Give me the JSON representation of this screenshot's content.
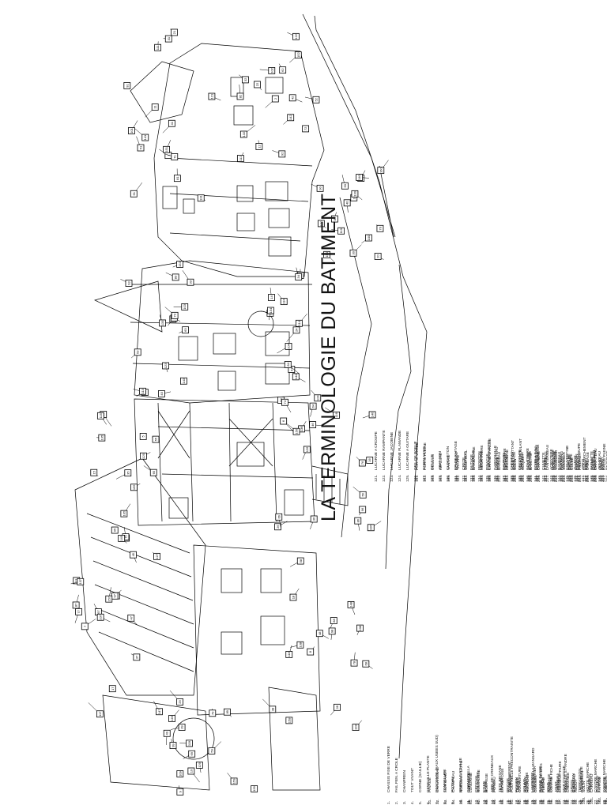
{
  "title": "LA TERMINOLOGIE DU BATIMENT",
  "legend": {
    "columns": [
      [
        [
          "1.",
          "CHASSIS FIXE DE VERRE"
        ],
        [
          "2.",
          "FAIL FEN. A CROLE"
        ],
        [
          "3.",
          "CHANFREIN"
        ],
        [
          "4.",
          "TOUT VIVANT"
        ],
        [
          "5.",
          "CORNE (SAILLIE)"
        ],
        [
          "6.",
          "GENEVILLE PLANTE"
        ],
        [
          "7.",
          "DESCENTE (EAUX USEES SUD)"
        ],
        [
          "8.",
          "TONNELURE"
        ],
        [
          "9.",
          "POTEAU"
        ],
        [
          "10.",
          "BRIPELLE ROULEE"
        ],
        [
          "11.",
          "CORNIERELLA"
        ],
        [
          "12.",
          "CROCHU"
        ],
        [
          "13.",
          "ETIER"
        ],
        [
          "14.",
          "ABRI DE CRENEAUX"
        ],
        [
          "15.",
          "TETE BRISANE"
        ],
        [
          "16.",
          "BRIOSE"
        ],
        [
          "17.",
          "PIGNON"
        ],
        [
          "18.",
          "SOLIVE"
        ],
        [
          "19.",
          "LANTERNE"
        ],
        [
          "20.",
          "PANNE BASSE"
        ],
        [
          "21.",
          "SEUIL"
        ],
        [
          "22.",
          "JOINT"
        ],
        [
          "23.",
          "MUR D'ASSISE"
        ],
        [
          "24.",
          "GRIGN"
        ],
        [
          "25.",
          "TERRASSON"
        ],
        [
          "26.",
          "HOTTE MARCHE"
        ],
        [
          "27.",
          "CONTRE MARCHE"
        ],
        [
          "28.",
          "CONTRE MARCHE"
        ],
        [
          "29.",
          "CHASSIS A VERRE"
        ],
        [
          "30.",
          "ARAVIER DE TOIT"
        ]
      ],
      [
        [
          "31.",
          "PAVAGE"
        ],
        [
          "32.",
          "CHAUVIGNAC"
        ],
        [
          "33.",
          "MUR BAHUT"
        ],
        [
          "34.",
          "CHAMPEAU"
        ],
        [
          "35.",
          "NOEUDS A LATTE"
        ],
        [
          "36.",
          "HERISSON"
        ],
        [
          "37.",
          "BOUGEOIR"
        ],
        [
          "38.",
          "BRIGE"
        ],
        [
          "39.",
          "TIMON"
        ],
        [
          "40.",
          "TRAVEE"
        ],
        [
          "41.",
          "SOUBASSEMENT"
        ],
        [
          "42.",
          "TRAVEE"
        ],
        [
          "43.",
          "HAUBAN"
        ],
        [
          "44.",
          "COMBLE A LA MANSARD"
        ],
        [
          "45.",
          "PANNE DE BRIS"
        ],
        [
          "46.",
          "BARDAGE"
        ],
        [
          "47.",
          "CHENEAU"
        ],
        [
          "48.",
          "CROIX DE ST-ANDRE"
        ],
        [
          "49.",
          "CHEVRON"
        ],
        [
          "50.",
          "ASSEMBLAGE"
        ],
        [
          "51.",
          "VOLIGE"
        ],
        [
          "52.",
          "PLATEAU"
        ],
        [
          "53.",
          "AVERTIE"
        ],
        [
          "54.",
          "CHEVRONNAGE"
        ],
        [
          "55.",
          "CONTREFICHE"
        ],
        [
          "56.",
          "MONTANT"
        ],
        [
          "57.",
          "SABLIERE"
        ],
        [
          "58.",
          "LISSE"
        ],
        [
          "59.",
          "CHEVET"
        ],
        [
          "60.",
          "ENTRAIT"
        ]
      ],
      [
        [
          "61.",
          "LONGRINE"
        ],
        [
          "62.",
          "SOUS-LISSE"
        ],
        [
          "63.",
          "BOUTISSE"
        ],
        [
          "64.",
          "POTEAU"
        ],
        [
          "65.",
          "ENTRETOISE"
        ],
        [
          "66.",
          "JAMBAGE"
        ],
        [
          "67.",
          "APPUI"
        ],
        [
          "68.",
          "CORNICHE"
        ],
        [
          "69.",
          "ARBALETRIER"
        ],
        [
          "70.",
          "PIGNON"
        ],
        [
          "71.",
          "LINTEAU"
        ],
        [
          "72.",
          "TRUMEAU"
        ],
        [
          "73.",
          "TIMPAN"
        ],
        [
          "74.",
          "BANDEAU"
        ],
        [
          "75.",
          "CHAPERON"
        ],
        [
          "76.",
          "FRONTON"
        ],
        [
          "77.",
          "TYMPAN"
        ],
        [
          "78.",
          "CORBEAU"
        ],
        [
          "79.",
          "OEIL DE BOEUF"
        ],
        [
          "80.",
          "CHEVALEMENT"
        ],
        [
          "81.",
          "CHAINAGE"
        ],
        [
          "82.",
          "COLONNE"
        ],
        [
          "83.",
          "PILASTRE"
        ],
        [
          "84.",
          "ENTABLEMENT"
        ],
        [
          "85.",
          "RESSAUT"
        ],
        [
          "86.",
          "PLINTHE"
        ],
        [
          "87.",
          "VOLUTE"
        ],
        [
          "88.",
          "CONSOLE"
        ],
        [
          "89.",
          "ECHARPE"
        ],
        [
          "90.",
          "SOCLE"
        ]
      ],
      [
        [
          "91.",
          "POUTRELLE PRECONTRAINTE"
        ],
        [
          "92.",
          "COUVERTURE"
        ],
        [
          "93.",
          "HOURDIS"
        ],
        [
          "94.",
          "CLOISON"
        ],
        [
          "95.",
          "FLECHE"
        ],
        [
          "96.",
          "CONTRE FICHE"
        ],
        [
          "97.",
          "ENCHEVETRURE"
        ],
        [
          "98.",
          "CHEMINEE"
        ],
        [
          "99.",
          "ABOUT"
        ],
        [
          "100.",
          "SOLIN"
        ],
        [
          "101.",
          "CARREAU"
        ],
        [
          "102.",
          "FAITAGE"
        ],
        [
          "103.",
          "EPI"
        ],
        [
          "104.",
          "CONTRE VENT"
        ],
        [
          "105.",
          "RIVE"
        ],
        [
          "106.",
          "EGOUT"
        ],
        [
          "107.",
          "NOUE"
        ],
        [
          "108.",
          "ARETIER"
        ],
        [
          "109.",
          "FAITIERE"
        ],
        [
          "110.",
          "LUCARNE"
        ],
        [
          "111.",
          "CHASSIS"
        ],
        [
          "112.",
          "TABATIERE"
        ],
        [
          "113.",
          "VERRIERE"
        ],
        [
          "114.",
          "PERGOLA"
        ],
        [
          "115.",
          "MARQUISE"
        ],
        [
          "116.",
          "AUVENT"
        ],
        [
          "117.",
          "BALCON"
        ],
        [
          "118.",
          "GARDE CORPS"
        ],
        [
          "119.",
          "MAIN COURANTE"
        ],
        [
          "120.",
          "BALUSTRE"
        ]
      ],
      [
        [
          "121.",
          "LUCARNE A CROUPE"
        ],
        [
          "122.",
          "LUCARNE RAMPANTE"
        ],
        [
          "123.",
          "LUCARNE JACOBINE"
        ],
        [
          "124.",
          "LUCARNE FLAMANDE"
        ],
        [
          "125.",
          "LUCARNE A GUITARE"
        ],
        [
          "126.",
          "OEIL DE BOEUF"
        ],
        [
          "127.",
          "CHIEN ASSIS"
        ],
        [
          "128.",
          "OCULUS"
        ],
        [
          "129.",
          "ABAT-SON"
        ],
        [
          "130.",
          "CLOCHETON"
        ],
        [
          "131.",
          "EPI DE FAITAGE"
        ],
        [
          "132.",
          "CRETE"
        ],
        [
          "133.",
          "FAITAGE"
        ],
        [
          "134.",
          "FRONTON"
        ],
        [
          "135.",
          "PINACLE"
        ],
        [
          "136.",
          "GARGOUILLE"
        ],
        [
          "137.",
          "DAUPHIN"
        ],
        [
          "138.",
          "CHENEAU"
        ],
        [
          "139.",
          "DESCENTE"
        ],
        [
          "140.",
          "GOUTTIERE"
        ],
        [
          "141.",
          "BOITE A EAU"
        ],
        [
          "142.",
          "CUVETTE"
        ],
        [
          "143.",
          "ACROTERE"
        ],
        [
          "144.",
          "BANDEAU"
        ],
        [
          "145.",
          "COUVERTINE"
        ],
        [
          "146.",
          "ALLEGE"
        ],
        [
          "147.",
          "APPUI"
        ],
        [
          "148.",
          "TABLETTE"
        ],
        [
          "149.",
          "JET D'EAU"
        ],
        [
          "150.",
          "REJINGOT"
        ]
      ],
      [
        [
          "151.",
          "PORTE VITREE"
        ],
        [
          "152.",
          "PORTE PLEINE"
        ],
        [
          "153.",
          "OCULUS"
        ],
        [
          "154.",
          "IMPOSTE"
        ],
        [
          "155.",
          "VANTAIL"
        ],
        [
          "156.",
          "DORMANT"
        ],
        [
          "157.",
          "OUVRANT"
        ],
        [
          "158.",
          "PAUMELLE"
        ],
        [
          "159.",
          "CREMONE"
        ],
        [
          "160.",
          "ESPAGNOLETTE"
        ],
        [
          "161.",
          "LOQUETEAU"
        ],
        [
          "162.",
          "PERSIENNE"
        ],
        [
          "163.",
          "VOLET BATTANT"
        ],
        [
          "164.",
          "VOLET ROULANT"
        ],
        [
          "165.",
          "JALOUSIE"
        ],
        [
          "166.",
          "LAMBREQUIN"
        ],
        [
          "167.",
          "STORE"
        ],
        [
          "168.",
          "MARQUISE"
        ],
        [
          "169.",
          "AUVENT"
        ],
        [
          "170.",
          "PORCHE"
        ],
        [
          "171.",
          "PERRON"
        ],
        [
          "172.",
          "EMMARCHEMENT"
        ],
        [
          "173.",
          "PALIER"
        ],
        [
          "174.",
          "LIMON"
        ],
        [
          "175.",
          "CREMAILLERE"
        ],
        [
          "176.",
          "GIRON"
        ],
        [
          "177.",
          "NEZ DE MARCHE"
        ],
        [
          "178.",
          "RAMPE"
        ],
        [
          "179.",
          "ECHIFFRE"
        ],
        [
          "180.",
          "NOYAU"
        ]
      ],
      [
        [
          "181.",
          "TRAPPE"
        ],
        [
          "182.",
          "SOUPIRAIL"
        ],
        [
          "183.",
          "BARBACANE"
        ],
        [
          "184.",
          "MEURTRIERE"
        ],
        [
          "185.",
          "CHAINE D'ANGLE"
        ],
        [
          "186.",
          "HARPE"
        ],
        [
          "187.",
          "REFEND"
        ],
        [
          "188.",
          "BOSSAGE"
        ],
        [
          "189.",
          "APPAREIL"
        ],
        [
          "190.",
          "BOUTISSE"
        ],
        [
          "191.",
          "PANNERESSE"
        ],
        [
          "192.",
          "CARREAU"
        ],
        [
          "193.",
          "MOELLON"
        ],
        [
          "194.",
          "PARPAING"
        ],
        [
          "195.",
          "BRIQUE"
        ],
        [
          "196.",
          "ENDUIT"
        ],
        [
          "197.",
          "CREPI"
        ],
        [
          "198.",
          "BADIGEON"
        ],
        [
          "199.",
          "JOINT"
        ],
        [
          "200.",
          "RUSTIQUE"
        ],
        [
          "201.",
          "LITEAU"
        ],
        [
          "202.",
          "CONTRE-LATTE"
        ],
        [
          "203.",
          "ECRAN"
        ],
        [
          "204.",
          "VOLIGE"
        ],
        [
          "205.",
          "ARDOISE"
        ],
        [
          "206.",
          "TUILE"
        ],
        [
          "207.",
          "FAITIERE"
        ],
        [
          "208.",
          "CLOSOIR"
        ],
        [
          "209.",
          "RIVE"
        ],
        [
          "210.",
          "ABOUT"
        ]
      ],
      [
        [
          "211.",
          "BARDEAU"
        ],
        [
          "212.",
          "ZINGUERIE"
        ],
        [
          "213.",
          "SOLIN"
        ],
        [
          "214.",
          "NOQUET"
        ],
        [
          "215.",
          "BAVETTE"
        ],
        [
          "216.",
          "CHATIERE"
        ],
        [
          "217.",
          "LANTERNEAU"
        ],
        [
          "218.",
          "SKYDOME"
        ],
        [
          "219.",
          "VELUX"
        ],
        [
          "220.",
          "CROUPE"
        ],
        [
          "221.",
          "DEMI-CROUPE"
        ],
        [
          "222.",
          "PAN"
        ],
        [
          "223.",
          "LONG PAN"
        ],
        [
          "224.",
          "EGOUT"
        ],
        [
          "225.",
          "LARMIER"
        ],
        [
          "226.",
          "VOLETS ROULANTS"
        ],
        [
          "227.",
          "LAMBRIS"
        ],
        [
          "228.",
          "PLAFOND"
        ],
        [
          "229.",
          "CORNICHE"
        ],
        [
          "230.",
          "MOULURE"
        ],
        [
          "231.",
          "LAMBOURDE"
        ],
        [
          "232.",
          "PARQUET"
        ],
        [
          "233.",
          "PLINTHE"
        ],
        [
          "234.",
          "CHAMBRANLE"
        ],
        [
          "235.",
          "LINTEAU"
        ],
        [
          "236.",
          "VOUSSURE"
        ],
        [
          "237.",
          "ARCHIVOLTE"
        ],
        [
          "238.",
          "PLATE-BANDE"
        ],
        [
          "239.",
          "ARC"
        ],
        [
          "240.",
          "CLEF"
        ]
      ],
      [
        [
          "241.",
          "VOUSSOIR"
        ],
        [
          "242.",
          "SOMMIER"
        ],
        [
          "243.",
          "CULEE"
        ],
        [
          "244.",
          "PIEDROIT"
        ],
        [
          "245.",
          "JAMBAGE"
        ],
        [
          "246.",
          "CHAPITEAU"
        ],
        [
          "247.",
          "DALLE PLEINE"
        ]
      ]
    ]
  },
  "callouts": [
    "1",
    "2",
    "3",
    "4",
    "5",
    "6",
    "7",
    "8",
    "9",
    "10",
    "11",
    "12",
    "13",
    "14",
    "15",
    "16",
    "17",
    "18",
    "19",
    "20",
    "21",
    "22",
    "23",
    "24",
    "25",
    "26",
    "27",
    "28",
    "29",
    "30",
    "31",
    "32",
    "33",
    "34",
    "35",
    "36",
    "37",
    "38",
    "39",
    "40",
    "41",
    "42",
    "43",
    "44",
    "45",
    "46",
    "47",
    "48",
    "49",
    "50",
    "51",
    "52",
    "53",
    "54",
    "55",
    "56",
    "57",
    "58",
    "59",
    "60",
    "61",
    "62",
    "63",
    "64",
    "65",
    "66",
    "67",
    "68",
    "69",
    "70",
    "71",
    "72",
    "73",
    "74",
    "75",
    "76",
    "77",
    "78",
    "79",
    "80",
    "81",
    "82",
    "83",
    "84",
    "85",
    "86",
    "87",
    "88",
    "89",
    "90",
    "91",
    "92",
    "93",
    "94",
    "95",
    "96",
    "97",
    "98",
    "99",
    "100",
    "101",
    "102",
    "103",
    "104",
    "105",
    "106",
    "107",
    "108",
    "109",
    "110",
    "111",
    "112",
    "113",
    "114",
    "115",
    "116",
    "117",
    "118",
    "119",
    "120",
    "121",
    "122",
    "123",
    "124",
    "125",
    "126",
    "127",
    "128",
    "129",
    "130",
    "131",
    "132",
    "133",
    "134",
    "135",
    "136",
    "137",
    "138",
    "139",
    "140",
    "141",
    "142",
    "143",
    "144",
    "145",
    "146",
    "147",
    "148",
    "149",
    "150",
    "151",
    "152",
    "153",
    "154",
    "155",
    "156",
    "157",
    "158",
    "159",
    "160"
  ]
}
